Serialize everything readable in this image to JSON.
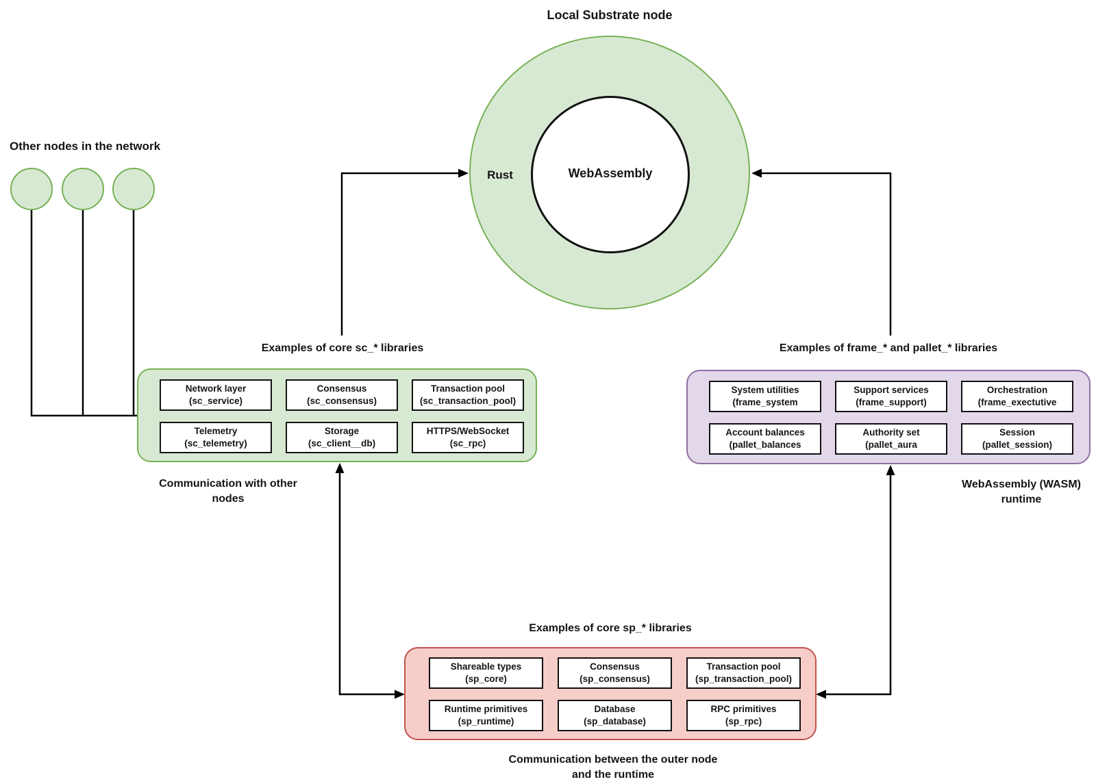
{
  "node": {
    "title": "Local Substrate node",
    "outer_label": "Rust",
    "inner_label": "WebAssembly"
  },
  "peers": {
    "label": "Other nodes in the network",
    "count": 3
  },
  "sections": {
    "sc": {
      "title": "Examples of core sc_* libraries",
      "caption_line1": "Communication with other",
      "caption_line2": "nodes",
      "cells": [
        {
          "name": "Network layer",
          "lib": "(sc_service)"
        },
        {
          "name": "Consensus",
          "lib": "(sc_consensus)"
        },
        {
          "name": "Transaction pool",
          "lib": "(sc_transaction_pool)"
        },
        {
          "name": "Telemetry",
          "lib": "(sc_telemetry)"
        },
        {
          "name": "Storage",
          "lib": "(sc_client__db)"
        },
        {
          "name": "HTTPS/WebSocket",
          "lib": "(sc_rpc)"
        }
      ]
    },
    "frame": {
      "title": "Examples of frame_* and pallet_* libraries",
      "caption_line1": "WebAssembly (WASM)",
      "caption_line2": "runtime",
      "cells": [
        {
          "name": "System utilities",
          "lib": "(frame_system"
        },
        {
          "name": "Support services",
          "lib": "(frame_support)"
        },
        {
          "name": "Orchestration",
          "lib": "(frame_exectutive"
        },
        {
          "name": "Account balances",
          "lib": "(pallet_balances"
        },
        {
          "name": "Authority set",
          "lib": "(pallet_aura"
        },
        {
          "name": "Session",
          "lib": "(pallet_session)"
        }
      ]
    },
    "sp": {
      "title": "Examples of core sp_* libraries",
      "caption_line1": "Communication between the outer node",
      "caption_line2": "and the runtime",
      "cells": [
        {
          "name": "Shareable types",
          "lib": "(sp_core)"
        },
        {
          "name": "Consensus",
          "lib": "(sp_consensus)"
        },
        {
          "name": "Transaction pool",
          "lib": "(sp_transaction_pool)"
        },
        {
          "name": "Runtime primitives",
          "lib": "(sp_runtime)"
        },
        {
          "name": "Database",
          "lib": "(sp_database)"
        },
        {
          "name": "RPC primitives",
          "lib": "(sp_rpc)"
        }
      ]
    }
  },
  "colors": {
    "green_fill": "#d8e9d3",
    "green_stroke": "#76b154",
    "purple_fill": "#e3d7ea",
    "purple_stroke": "#8f6fa3",
    "red_fill": "#f6cdc9",
    "red_stroke": "#c0534f",
    "line": "#000000",
    "text": "#141414"
  }
}
